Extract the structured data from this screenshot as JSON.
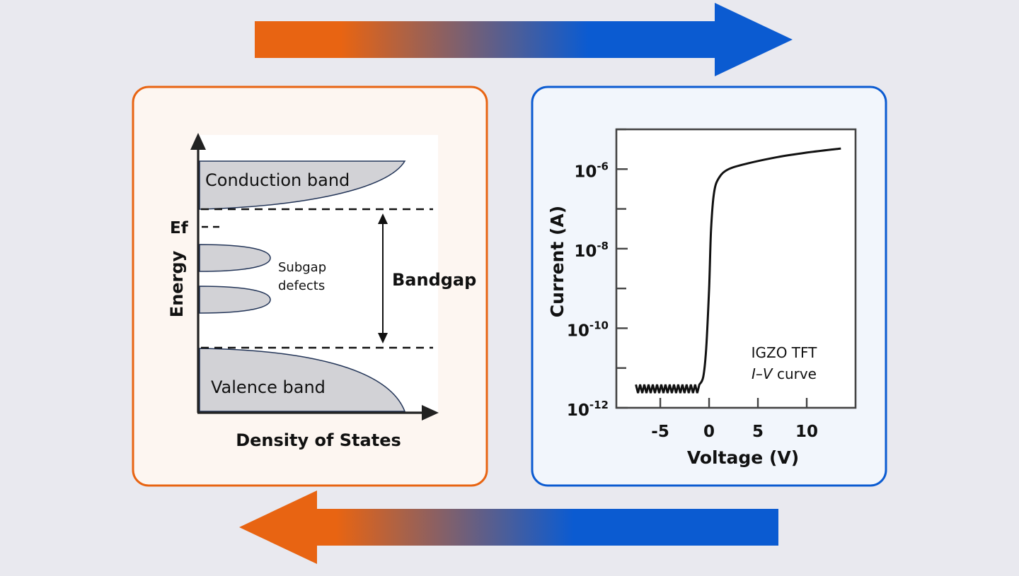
{
  "colors": {
    "background": "#e9e9ef",
    "orange": "#e86412",
    "blue": "#0b5bd1",
    "left_panel_fill": "#fdf6f1",
    "right_panel_fill": "#f2f6fc",
    "band_fill": "#d2d2d6",
    "band_edge": "#233558"
  },
  "band_diagram": {
    "y_axis_label": "Energy",
    "x_axis_label": "Density of States",
    "conduction_band_label": "Conduction band",
    "valence_band_label": "Valence band",
    "fermi_label": "Ef",
    "defects_label_line1": "Subgap",
    "defects_label_line2": "defects",
    "bandgap_label": "Bandgap"
  },
  "iv_plot": {
    "ylabel": "Current (A)",
    "xlabel": "Voltage (V)",
    "y_tick_labels": [
      {
        "base": "10",
        "exp": "-6"
      },
      {
        "base": "10",
        "exp": "-8"
      },
      {
        "base": "10",
        "exp": "-10"
      },
      {
        "base": "10",
        "exp": "-12"
      }
    ],
    "x_tick_labels": [
      "-5",
      "0",
      "5",
      "10"
    ],
    "note_line1": "IGZO TFT",
    "note_line2_italic": "I–V",
    "note_line2_rest": " curve"
  },
  "chart_data": {
    "type": "line",
    "title": "",
    "xlabel": "Voltage (V)",
    "ylabel": "Current (A)",
    "y_scale": "log",
    "xlim": [
      -9.5,
      15
    ],
    "ylim": [
      1e-12,
      1e-05
    ],
    "x_ticks": [
      -5,
      0,
      5,
      10
    ],
    "y_ticks": [
      1e-06,
      1e-08,
      1e-10,
      1e-12
    ],
    "grid": false,
    "annotation": "IGZO TFT I–V curve",
    "series": [
      {
        "x": [
          -7.5,
          -1.0,
          -0.6,
          -0.3,
          0.0,
          0.2,
          0.5,
          1.0,
          2.0,
          4.0,
          7.0,
          10.0,
          13.5
        ],
        "y": [
          3e-12,
          3e-12,
          6e-12,
          3e-11,
          1e-09,
          3e-08,
          2.5e-07,
          6e-07,
          1e-06,
          1.4e-06,
          2e-06,
          2.6e-06,
          3.3e-06
        ]
      }
    ]
  }
}
